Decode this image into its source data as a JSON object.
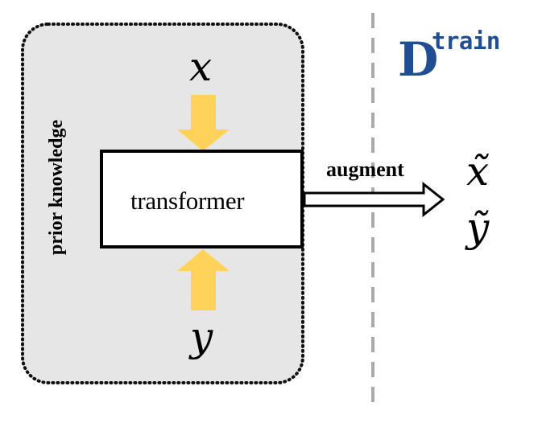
{
  "diagram": {
    "labels": {
      "x": "x",
      "y": "y",
      "transformer": "transformer",
      "augment": "augment",
      "prior_knowledge": "prior knowledge",
      "x_tilde": "x̃",
      "y_tilde": "ỹ",
      "dataset_main": "D",
      "dataset_superscript": "train"
    },
    "colors": {
      "background": "#ffffff",
      "prior_region_fill": "#e6e6e6",
      "prior_region_border": "#111111",
      "transformer_border": "#000000",
      "arrow_fill": "#ffd35a",
      "divider_line": "#aaaaaa",
      "dataset_color": "#1f4e93"
    }
  }
}
